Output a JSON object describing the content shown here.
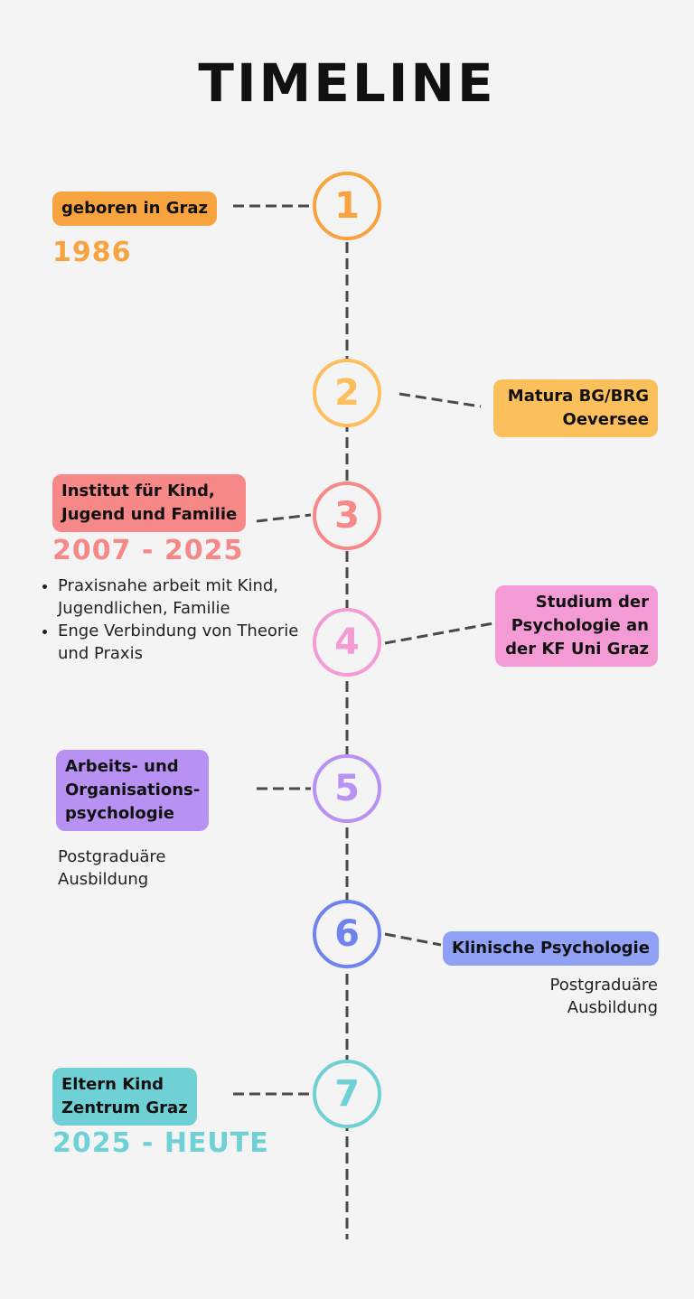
{
  "title": "TIMELINE",
  "colors": {
    "orange": "#f7a340",
    "yellow": "#fbbf5c",
    "salmon": "#f68888",
    "pink": "#f49ad4",
    "purple": "#b792f3",
    "blue": "#6f83ee",
    "teal": "#6fd0d6",
    "line": "#4a4a4a"
  },
  "steps": [
    {
      "number": "1",
      "label": "geboren in Graz",
      "year": "1986"
    },
    {
      "number": "2",
      "label": "Matura BG/BRG\nOeversee"
    },
    {
      "number": "3",
      "label": "Institut für Kind,\nJugend und Familie",
      "year": "2007 - 2025",
      "bullets": [
        "Praxisnahe arbeit mit Kind, Jugendlichen, Familie",
        "Enge Verbindung von Theorie und Praxis"
      ]
    },
    {
      "number": "4",
      "label": "Studium der\nPsychologie an\nder KF Uni Graz"
    },
    {
      "number": "5",
      "label": "Arbeits- und\nOrganisations-\npsychologie",
      "note": "Postgraduäre\nAusbildung"
    },
    {
      "number": "6",
      "label": "Klinische Psychologie",
      "note": "Postgraduäre\nAusbildung"
    },
    {
      "number": "7",
      "label": "Eltern Kind\nZentrum Graz",
      "year": "2025 - HEUTE"
    }
  ]
}
